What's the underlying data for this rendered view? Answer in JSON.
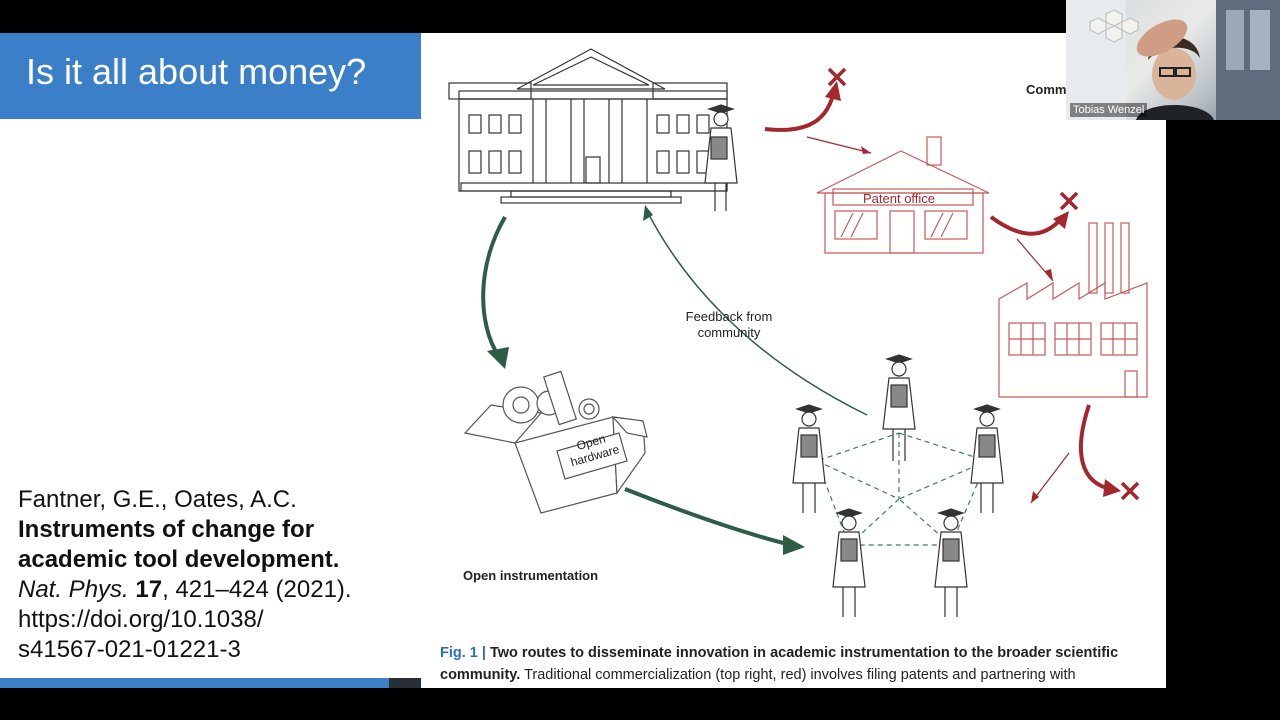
{
  "slide": {
    "title": "Is it all about money?",
    "citation": {
      "authors": "Fantner, G.E., Oates, A.C.",
      "title": "Instruments of change for academic tool development.",
      "journal": "Nat. Phys.",
      "volume": "17",
      "pages": ", 421–424 (2021).",
      "doi_line1": "https://doi.org/10.1038/",
      "doi_line2": "s41567-021-01221-3"
    }
  },
  "figure": {
    "labels": {
      "patent_office": "Patent office",
      "feedback": "Feedback from community",
      "open_hardware": "Open hardware",
      "open_instrumentation": "Open instrumentation",
      "commercialization_partial": "Comm"
    },
    "caption": {
      "fig_label": "Fig. 1 |",
      "bold_text": "Two routes to disseminate innovation in academic instrumentation to the broader scientific community.",
      "rest_text": "Traditional commercialization (top right, red) involves filing patents and partnering with"
    },
    "colors": {
      "red": "#a3272d",
      "green": "#2e5d46",
      "light_red": "#c65a56",
      "gray": "#555555"
    }
  },
  "video": {
    "participant_name": "Tobias Wenzel"
  }
}
